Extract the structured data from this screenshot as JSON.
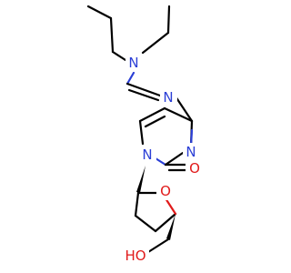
{
  "colors": {
    "carbon": "#000000",
    "nitrogen": "#2b3fd6",
    "oxygen": "#e11a1a",
    "background": "#ffffff"
  },
  "atoms": {
    "n_amine": "N",
    "n_imine": "N",
    "n_ring_upper": "N",
    "n_ring_lower": "N",
    "o_carbonyl": "O",
    "o_ring": "O",
    "oh_label": "HO"
  }
}
